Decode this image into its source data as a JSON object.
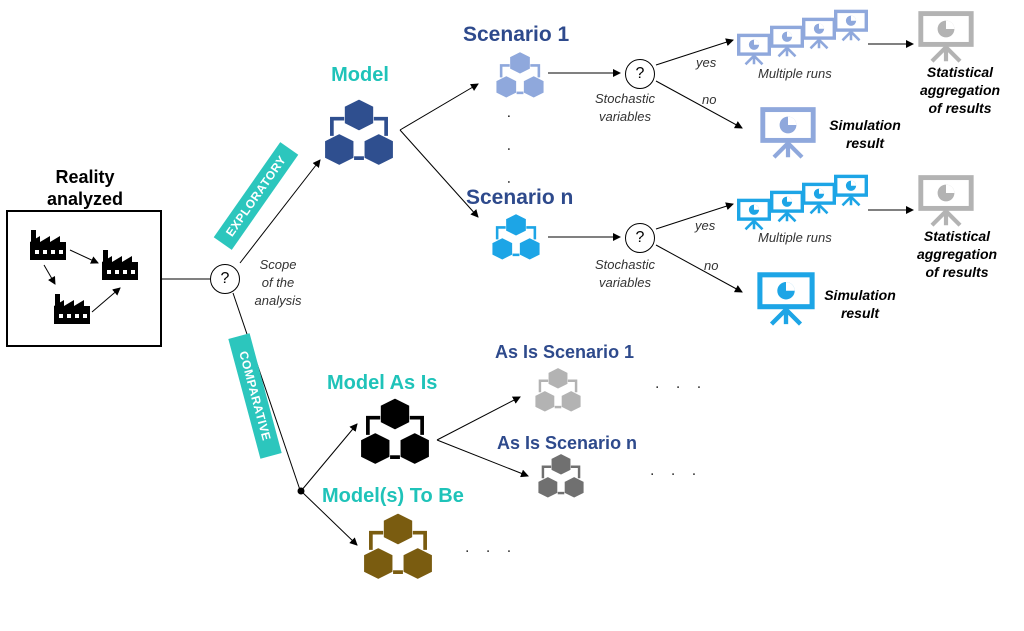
{
  "reality": {
    "title_line1": "Reality",
    "title_line2": "analyzed"
  },
  "scope": {
    "question": "?",
    "line1": "Scope",
    "line2": "of the",
    "line3": "analysis"
  },
  "branches": {
    "exploratory": "EXPLORATORY",
    "comparative": "COMPARATIVE"
  },
  "exploratory": {
    "model_label": "Model",
    "ellipsis": ". . .",
    "scenarios": [
      {
        "title": "Scenario 1",
        "question": "?",
        "stoch_line1": "Stochastic",
        "stoch_line2": "variables",
        "yes": "yes",
        "no": "no",
        "runs": "Multiple runs",
        "agg_line1": "Statistical",
        "agg_line2": "aggregation",
        "agg_line3": "of results",
        "sim_line1": "Simulation",
        "sim_line2": "result",
        "color": "#8fa8dc"
      },
      {
        "title": "Scenario n",
        "question": "?",
        "stoch_line1": "Stochastic",
        "stoch_line2": "variables",
        "yes": "yes",
        "no": "no",
        "runs": "Multiple runs",
        "agg_line1": "Statistical",
        "agg_line2": "aggregation",
        "agg_line3": "of results",
        "sim_line1": "Simulation",
        "sim_line2": "result",
        "color": "#1da5e6"
      }
    ]
  },
  "comparative": {
    "as_is_label": "Model As Is",
    "to_be_label": "Model(s) To Be",
    "as_is_scenario_1": "As Is Scenario 1",
    "as_is_scenario_n": "As Is Scenario n",
    "dots": ". . ."
  },
  "colors": {
    "teal": "#1fc3b9",
    "navy": "#2e4a8c",
    "model": "#2f4f8f",
    "scenario1": "#8fa8dc",
    "scenarion": "#1da5e6",
    "gray_light": "#b3b3b3",
    "gray_dark": "#707070",
    "gold": "#7a5c10"
  }
}
